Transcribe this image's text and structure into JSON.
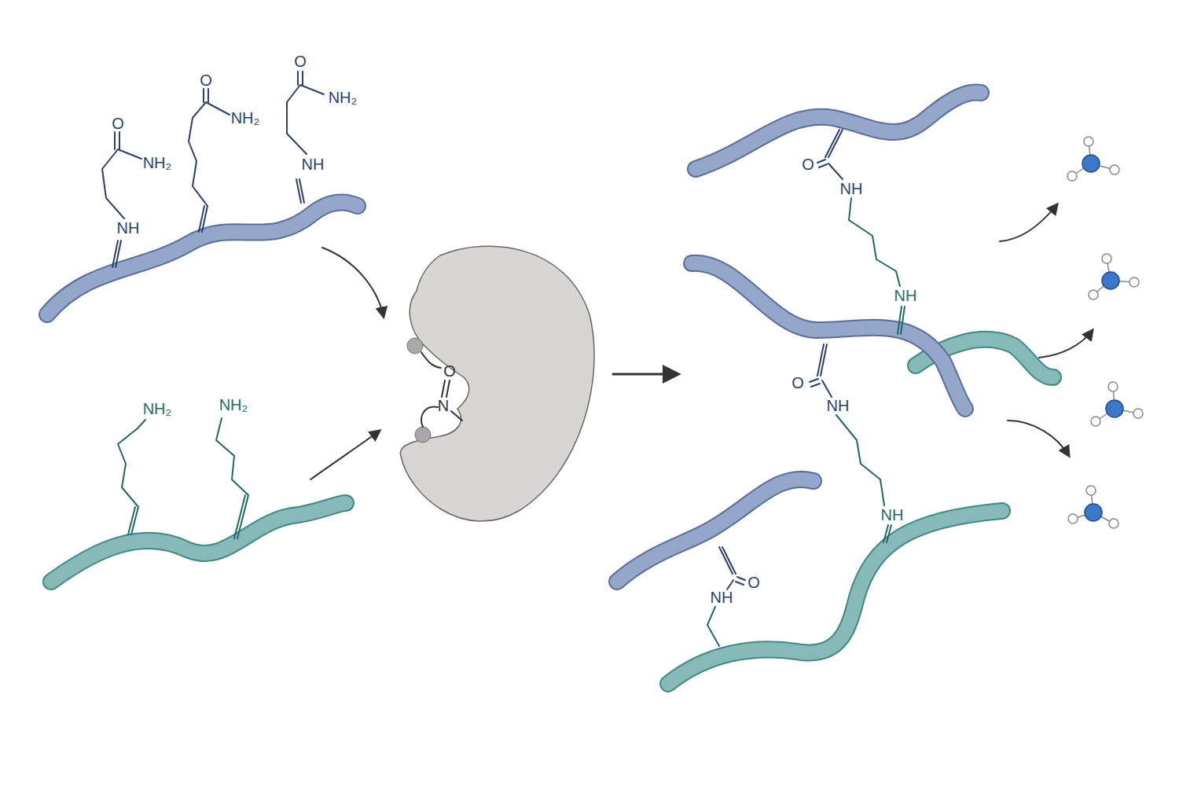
{
  "diagram": {
    "labels": [
      "O",
      "NH₂",
      "NH",
      "O",
      "NH₂",
      "O",
      "NH₂",
      "NH",
      "NH₂",
      "NH₂",
      "O",
      "N",
      "O",
      "NH",
      "NH",
      "O",
      "NH",
      "NH",
      "O",
      "NH"
    ]
  }
}
